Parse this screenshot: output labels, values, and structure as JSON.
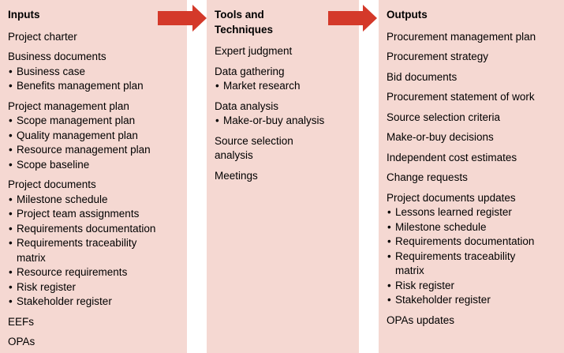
{
  "figure": {
    "bullet_char": "•",
    "colors": {
      "panel": "#f5d8d2",
      "arrow": "#d4392a",
      "text": "#000000",
      "background": "#ffffff"
    },
    "columns": [
      {
        "id": "inputs",
        "title": "Inputs",
        "groups": [
          {
            "title": "Project charter",
            "bullets": []
          },
          {
            "title": "Business documents",
            "bullets": [
              "Business case",
              "Benefits management plan"
            ]
          },
          {
            "title": "Project management plan",
            "bullets": [
              "Scope management plan",
              "Quality management plan",
              "Resource management plan",
              "Scope baseline"
            ]
          },
          {
            "title": "Project documents",
            "bullets": [
              "Milestone schedule",
              "Project team assignments",
              "Requirements documentation",
              "Requirements traceability\nmatrix",
              "Resource requirements",
              "Risk register",
              "Stakeholder register"
            ]
          },
          {
            "title": "EEFs",
            "bullets": []
          },
          {
            "title": "OPAs",
            "bullets": []
          }
        ]
      },
      {
        "id": "tools-and-techniques",
        "title": "Tools and\nTechniques",
        "groups": [
          {
            "title": "Expert judgment",
            "bullets": []
          },
          {
            "title": "Data gathering",
            "bullets": [
              "Market research"
            ]
          },
          {
            "title": "Data analysis",
            "bullets": [
              "Make-or-buy analysis"
            ]
          },
          {
            "title": "Source selection\nanalysis",
            "bullets": []
          },
          {
            "title": "Meetings",
            "bullets": []
          }
        ]
      },
      {
        "id": "outputs",
        "title": "Outputs",
        "groups": [
          {
            "title": "Procurement management plan",
            "bullets": []
          },
          {
            "title": "Procurement strategy",
            "bullets": []
          },
          {
            "title": "Bid documents",
            "bullets": []
          },
          {
            "title": "Procurement statement of work",
            "bullets": []
          },
          {
            "title": "Source selection criteria",
            "bullets": []
          },
          {
            "title": "Make-or-buy decisions",
            "bullets": []
          },
          {
            "title": "Independent cost estimates",
            "bullets": []
          },
          {
            "title": "Change requests",
            "bullets": []
          },
          {
            "title": "Project documents updates",
            "bullets": [
              "Lessons learned register",
              "Milestone schedule",
              "Requirements documentation",
              "Requirements traceability\nmatrix",
              "Risk register",
              "Stakeholder register"
            ]
          },
          {
            "title": "OPAs updates",
            "bullets": []
          }
        ]
      }
    ]
  }
}
